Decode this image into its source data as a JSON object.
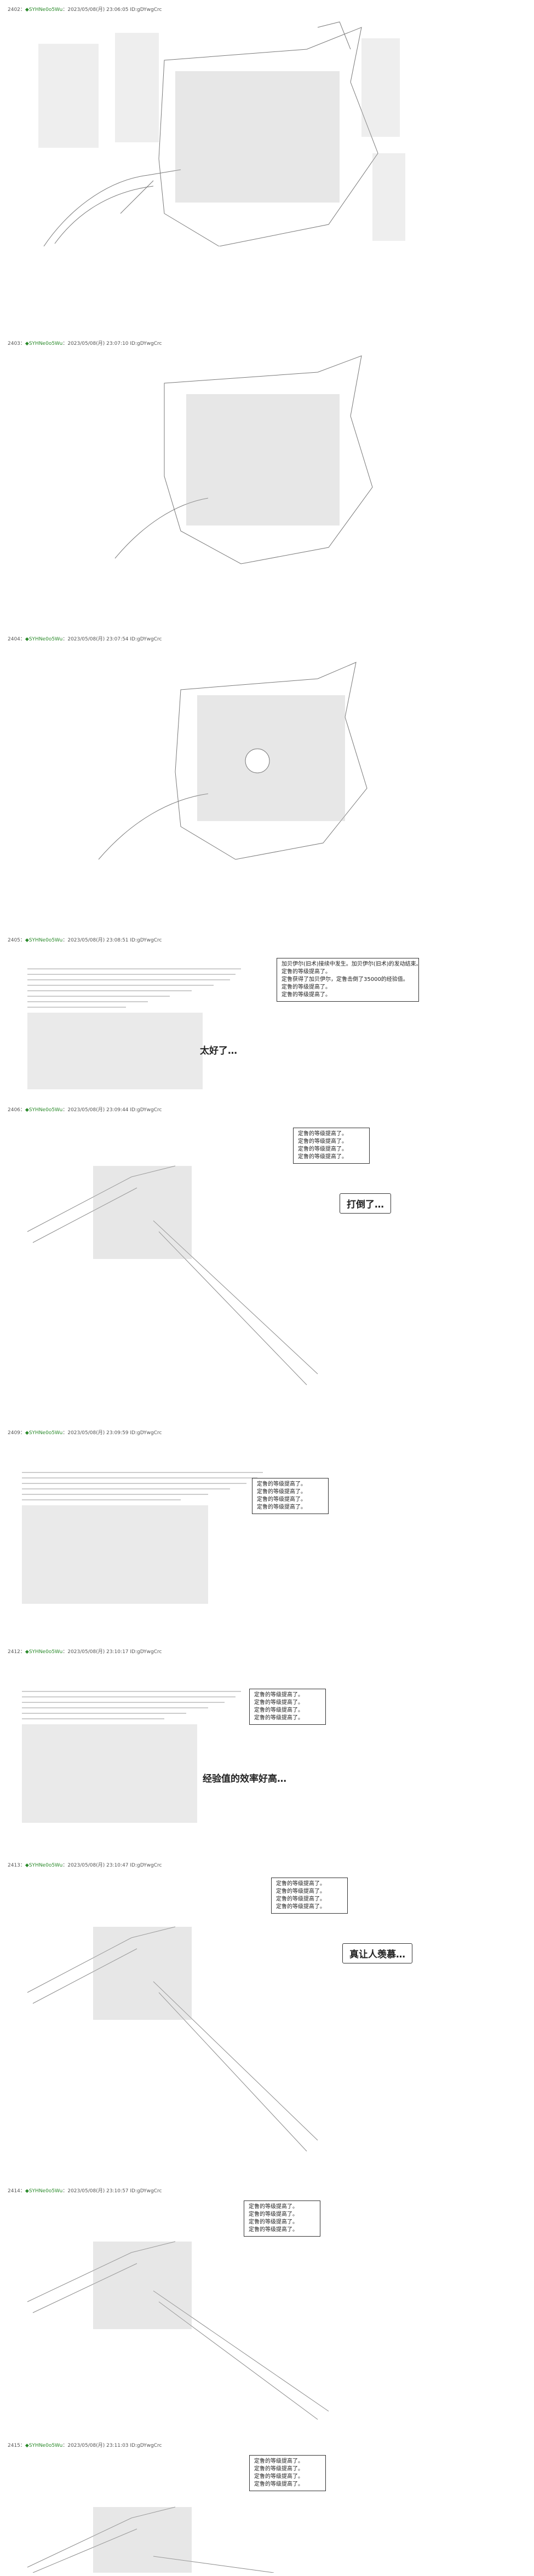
{
  "posts": [
    {
      "num": "2402",
      "sep": "：",
      "name": "◆SYHNe0o5Wu",
      "rest": "：2023/05/08(月) 23:06:05 ID:gDYwgCrc",
      "captions": [],
      "speech": ""
    },
    {
      "num": "2403",
      "sep": "：",
      "name": "◆SYHNe0o5Wu",
      "rest": "：2023/05/08(月) 23:07:10 ID:gDYwgCrc",
      "captions": [],
      "speech": ""
    },
    {
      "num": "2404",
      "sep": "：",
      "name": "◆SYHNe0o5Wu",
      "rest": "：2023/05/08(月) 23:07:54 ID:gDYwgCrc",
      "captions": [],
      "speech": ""
    },
    {
      "num": "2405",
      "sep": "：",
      "name": "◆SYHNe0o5Wu",
      "rest": "：2023/05/08(月) 23:08:51 ID:gDYwgCrc",
      "captions": [
        "加贝伊尔(旧术)接续中发生。加贝伊尔(旧术)的发动结束。",
        "定鲁的等级提高了。",
        "定鲁获得了加贝伊尔，定鲁击倒了35000的经验值。",
        "定鲁的等级提高了。",
        "定鲁的等级提高了。"
      ],
      "speech": "太好了…"
    },
    {
      "num": "2406",
      "sep": "：",
      "name": "◆SYHNe0o5Wu",
      "rest": "：2023/05/08(月) 23:09:44 ID:gDYwgCrc",
      "captions": [
        "定鲁的等级提高了。",
        "定鲁的等级提高了。",
        "定鲁的等级提高了。",
        "定鲁的等级提高了。"
      ],
      "speech": "打倒了…"
    },
    {
      "num": "2409",
      "sep": "：",
      "name": "◆SYHNe0o5Wu",
      "rest": "：2023/05/08(月) 23:09:59 ID:gDYwgCrc",
      "captions": [
        "定鲁的等级提高了。",
        "定鲁的等级提高了。",
        "定鲁的等级提高了。",
        "定鲁的等级提高了。"
      ],
      "speech": ""
    },
    {
      "num": "2412",
      "sep": "：",
      "name": "◆SYHNe0o5Wu",
      "rest": "：2023/05/08(月) 23:10:17 ID:gDYwgCrc",
      "captions": [
        "定鲁的等级提高了。",
        "定鲁的等级提高了。",
        "定鲁的等级提高了。",
        "定鲁的等级提高了。"
      ],
      "speech": "经验值的效率好高…"
    },
    {
      "num": "2413",
      "sep": "：",
      "name": "◆SYHNe0o5Wu",
      "rest": "：2023/05/08(月) 23:10:47 ID:gDYwgCrc",
      "captions": [
        "定鲁的等级提高了。",
        "定鲁的等级提高了。",
        "定鲁的等级提高了。",
        "定鲁的等级提高了。"
      ],
      "speech": "真让人羡慕…"
    },
    {
      "num": "2414",
      "sep": "：",
      "name": "◆SYHNe0o5Wu",
      "rest": "：2023/05/08(月) 23:10:57 ID:gDYwgCrc",
      "captions": [
        "定鲁的等级提高了。",
        "定鲁的等级提高了。",
        "定鲁的等级提高了。",
        "定鲁的等级提高了。"
      ],
      "speech": ""
    },
    {
      "num": "2415",
      "sep": "：",
      "name": "◆SYHNe0o5Wu",
      "rest": "：2023/05/08(月) 23:11:03 ID:gDYwgCrc",
      "captions": [
        "定鲁的等级提高了。",
        "定鲁的等级提高了。",
        "定鲁的等级提高了。",
        "定鲁的等级提高了。"
      ],
      "speech": ""
    }
  ]
}
